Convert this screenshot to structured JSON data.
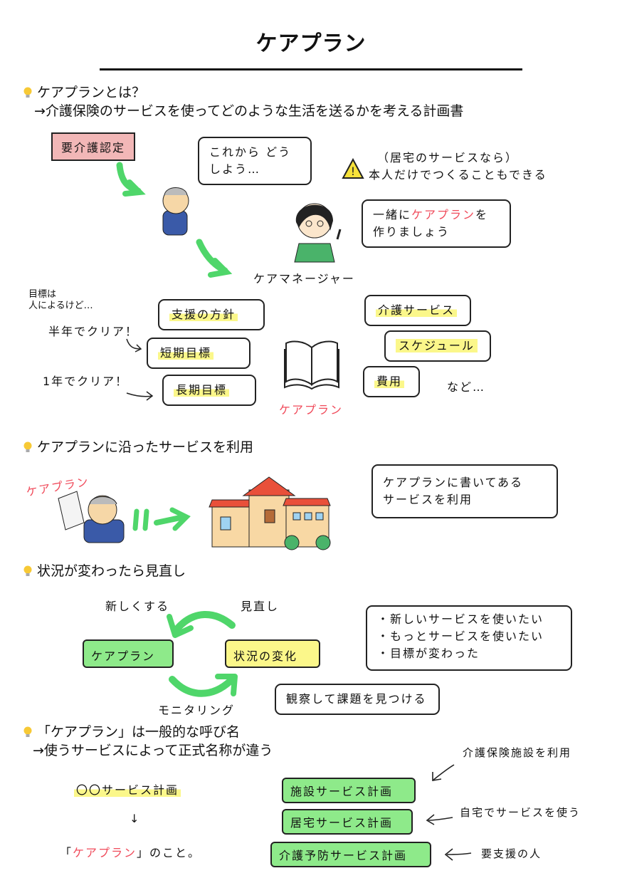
{
  "title": "ケアプラン",
  "section1": {
    "heading": "ケアプランとは？",
    "subheading": "→介護保険のサービスを使ってどのような生活を送るかを考える計画書",
    "certification": "要介護認定",
    "elder_thought": "これから どうしよう…",
    "warning_line1": "（居宅のサービスなら）",
    "warning_line2": "本人だけでつくることもできる",
    "manager_speech_pre": "一緒に",
    "manager_speech_red": "ケアプラン",
    "manager_speech_post": "を",
    "manager_speech_line2": "作りましょう",
    "manager_label": "ケアマネージャー",
    "goal_note_line1": "目標は",
    "goal_note_line2": "人によるけど…",
    "half_year": "半年でクリア！",
    "one_year": "1年でクリア！",
    "left_items": [
      "支援の方針",
      "短期目標",
      "長期目標"
    ],
    "right_items": [
      "介護サービス",
      "スケジュール",
      "費用"
    ],
    "etc": "など…",
    "book_label": "ケアプラン"
  },
  "section2": {
    "heading": "ケアプランに沿ったサービスを利用",
    "plan_label": "ケアプラン",
    "bubble_line1": "ケアプランに書いてある",
    "bubble_line2": "サービスを利用"
  },
  "section3": {
    "heading": "状況が変わったら見直し",
    "renew": "新しくする",
    "review": "見直し",
    "plan_box": "ケアプラン",
    "change_box": "状況の変化",
    "monitoring": "モニタリング",
    "reasons": [
      "・新しいサービスを使いたい",
      "・もっとサービスを使いたい",
      "・目標が変わった"
    ],
    "observe": "観察して課題を見つける"
  },
  "section4": {
    "heading": "「ケアプラン」は一般的な呼び名",
    "subheading": "→使うサービスによって正式名称が違う",
    "generic_plan": "〇〇サービス計画",
    "down_arrow": "↓",
    "quote_open": "「",
    "quote_red": "ケアプラン",
    "quote_close": "」のこと。",
    "plans": [
      {
        "name": "施設サービス計画",
        "note": "介護保険施設を利用"
      },
      {
        "name": "居宅サービス計画",
        "note": "自宅でサービスを使う"
      },
      {
        "name": "介護予防サービス計画",
        "note": "要支援の人"
      }
    ]
  },
  "colors": {
    "accent_red": "#f04b5b",
    "highlight_yellow": "#fbf78a",
    "box_green": "#8eea8a",
    "arrow_green": "#4fd66a",
    "pink": "#f2b7b7"
  }
}
